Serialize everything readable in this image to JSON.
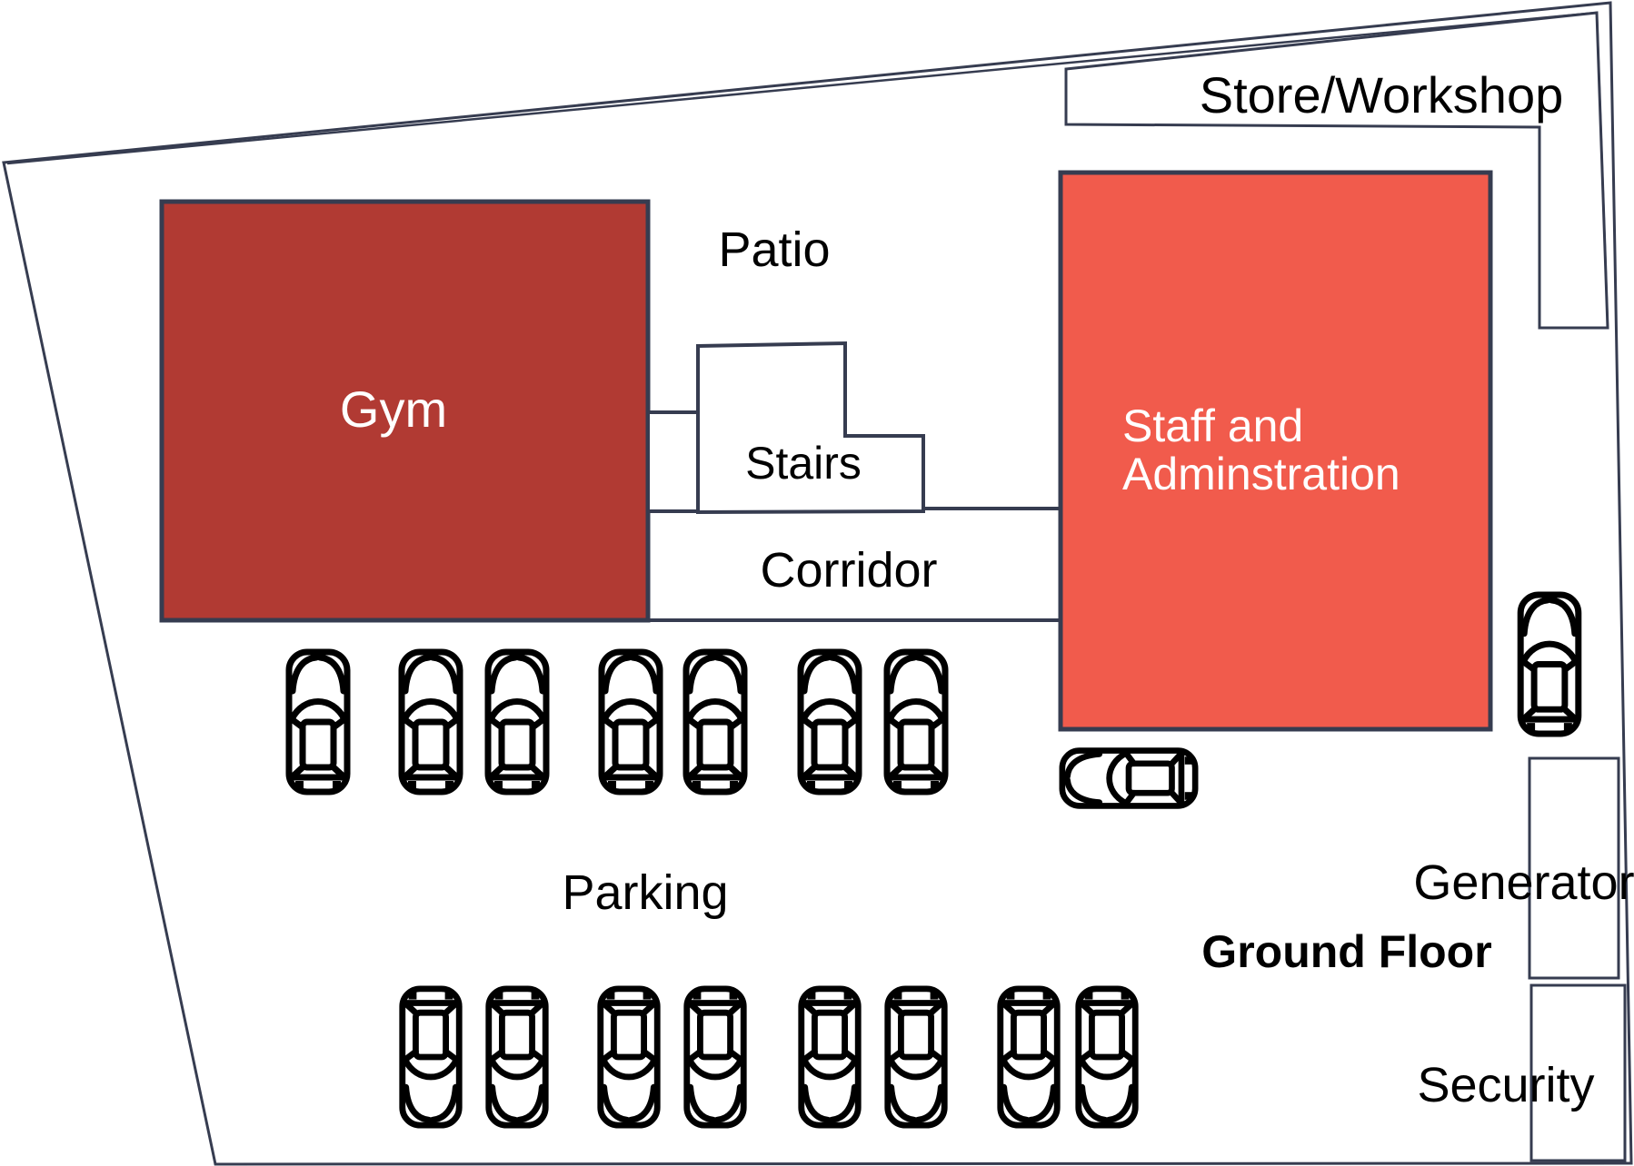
{
  "floor": {
    "title": "Ground Floor"
  },
  "colors": {
    "wall_line": "#363c50",
    "gym_fill": "#b13a33",
    "staff_fill": "#f15b4c",
    "car_line": "#000000",
    "text": "#000000",
    "text_on_fill": "#ffffff"
  },
  "rooms": {
    "gym": {
      "label": "Gym"
    },
    "patio": {
      "label": "Patio"
    },
    "stairs": {
      "label": "Stairs"
    },
    "corridor": {
      "label": "Corridor"
    },
    "staff_admin": {
      "label_line1": "Staff and",
      "label_line2": "Adminstration"
    },
    "store_workshop": {
      "label": "Store/Workshop"
    },
    "generator": {
      "label": "Generator"
    },
    "security": {
      "label": "Security"
    }
  },
  "parking": {
    "label": "Parking",
    "row1_car_count": 7,
    "row2_car_count": 8,
    "staff_side_car_count": 1,
    "roadside_car_count": 1,
    "total_car_count": 17
  }
}
